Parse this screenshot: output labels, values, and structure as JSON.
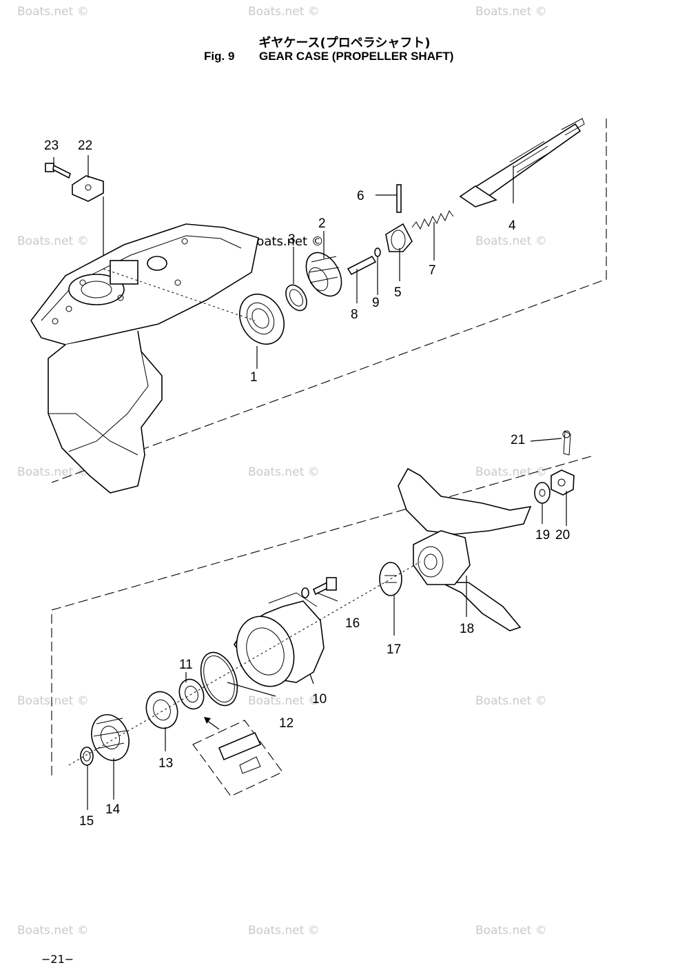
{
  "header": {
    "japanese_title": "ギヤケース(プロペラシャフト)",
    "fig_label": "Fig. 9",
    "title": "GEAR CASE (PROPELLER SHAFT)"
  },
  "watermark": "Boats.net ©",
  "callouts": [
    "1",
    "2",
    "3",
    "4",
    "5",
    "6",
    "7",
    "8",
    "9",
    "10",
    "11",
    "12",
    "13",
    "14",
    "15",
    "16",
    "17",
    "18",
    "19",
    "20",
    "21",
    "22",
    "23"
  ],
  "footer": {
    "page": "−21−"
  }
}
